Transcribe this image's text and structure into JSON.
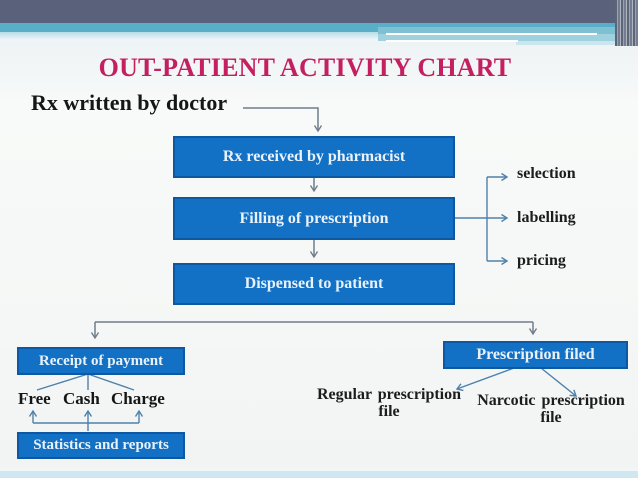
{
  "slide": {
    "title": "OUT-PATIENT ACTIVITY CHART"
  },
  "flowchart": {
    "start": "Rx written by doctor",
    "main_boxes": [
      {
        "label": "Rx received by pharmacist"
      },
      {
        "label": "Filling of prescription"
      },
      {
        "label": "Dispensed to patient"
      }
    ],
    "filling_steps": [
      {
        "label": "selection"
      },
      {
        "label": "labelling"
      },
      {
        "label": "pricing"
      }
    ],
    "payment": {
      "box": "Receipt of payment",
      "modes": [
        {
          "label": "Free"
        },
        {
          "label": "Cash"
        },
        {
          "label": "Charge"
        }
      ],
      "stats_box": "Statistics and reports"
    },
    "filing": {
      "box": "Prescription filed",
      "files": [
        {
          "line1": "Regular prescription",
          "line2": "file"
        },
        {
          "line1": "Narcotic prescription",
          "line2": "file"
        }
      ]
    }
  },
  "palette": {
    "title_text": "#c41f60",
    "box_fill": "#1371c5",
    "box_border": "#0d57a3",
    "box_text": "#e9f2fb",
    "flow_line": "#6f7d8c",
    "branch_line": "#4f81ab",
    "header_dark": "#59627a",
    "header_teal": "#58afc7",
    "footer_strip": "#cfe7f0"
  }
}
